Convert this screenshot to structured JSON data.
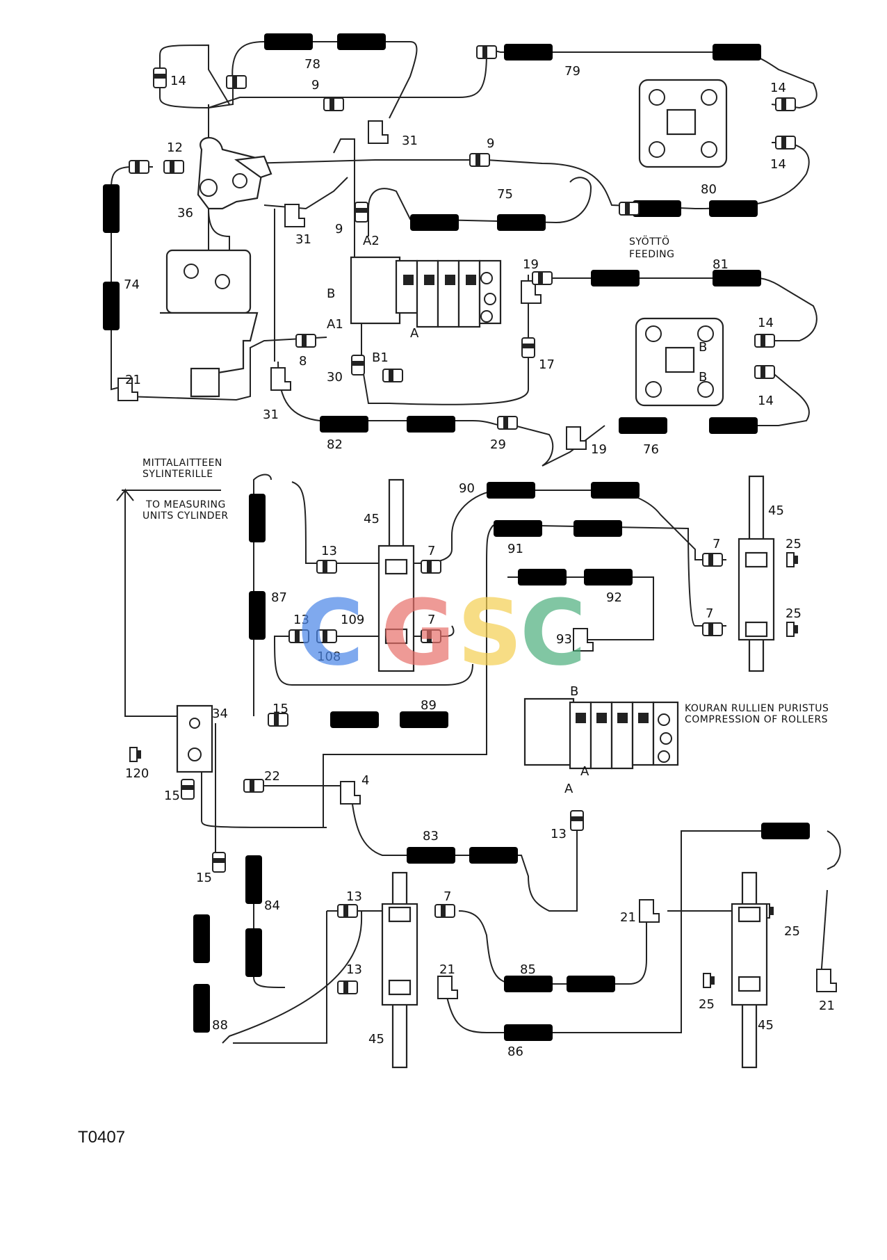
{
  "labels": {
    "l78": "78",
    "l79": "79",
    "l14a": "14",
    "l9a": "9",
    "l31a": "31",
    "l14b": "14",
    "l12": "12",
    "l9b": "9",
    "l14c": "14",
    "l36": "36",
    "l75": "75",
    "l80": "80",
    "l31b": "31",
    "l9c": "9",
    "lA2": "A2",
    "l74": "74",
    "lB": "B",
    "l19a": "19",
    "l81": "81",
    "lA1": "A1",
    "l8": "8",
    "lB1": "B1",
    "l30": "30",
    "l17": "17",
    "l14d": "14",
    "l21a": "21",
    "l31c": "31",
    "l14e": "14",
    "l82": "82",
    "l29": "29",
    "l19b": "19",
    "l76": "76",
    "l90": "90",
    "l45a": "45",
    "l45b": "45",
    "l13a": "13",
    "l7a": "7",
    "l7b": "7",
    "l25a": "25",
    "l91": "91",
    "l87": "87",
    "l92": "92",
    "l13b": "13",
    "l109": "109",
    "l7c": "7",
    "l108": "108",
    "l7d": "7",
    "l25b": "25",
    "l93": "93",
    "lB2": "B",
    "l34": "34",
    "l15a": "15",
    "l89": "89",
    "l120": "120",
    "l22": "22",
    "l4": "4",
    "l15b": "15",
    "lA3": "A",
    "l83": "83",
    "l13c": "13",
    "l15c": "15",
    "l84": "84",
    "l13d": "13",
    "l7e": "7",
    "l21b": "21",
    "l25c": "25",
    "l85": "85",
    "l13e": "13",
    "l21c": "21",
    "l25d": "25",
    "l21d": "21",
    "l88": "88",
    "l45c": "45",
    "l86": "86",
    "l45d": "45",
    "pA1": "A",
    "pB1": "B",
    "pA2": "A",
    "pB2": "B"
  },
  "notes": {
    "feeding_fi": "SYÖTTÖ",
    "feeding_en": "FEEDING",
    "measuring_fi_1": "MITTALAITTEEN",
    "measuring_fi_2": "SYLINTERILLE",
    "measuring_en_1": "TO MEASURING",
    "measuring_en_2": "UNITS CYLINDER",
    "rollers_fi": "KOURAN RULLIEN PURISTUS",
    "rollers_en": "COMPRESSION OF ROLLERS"
  },
  "drawing_code": "T0407",
  "watermark": {
    "letters": [
      "C",
      "G",
      "S",
      "C"
    ],
    "colors": [
      "#4a86e8",
      "#e8706a",
      "#f4cf52",
      "#4caf7d"
    ]
  }
}
